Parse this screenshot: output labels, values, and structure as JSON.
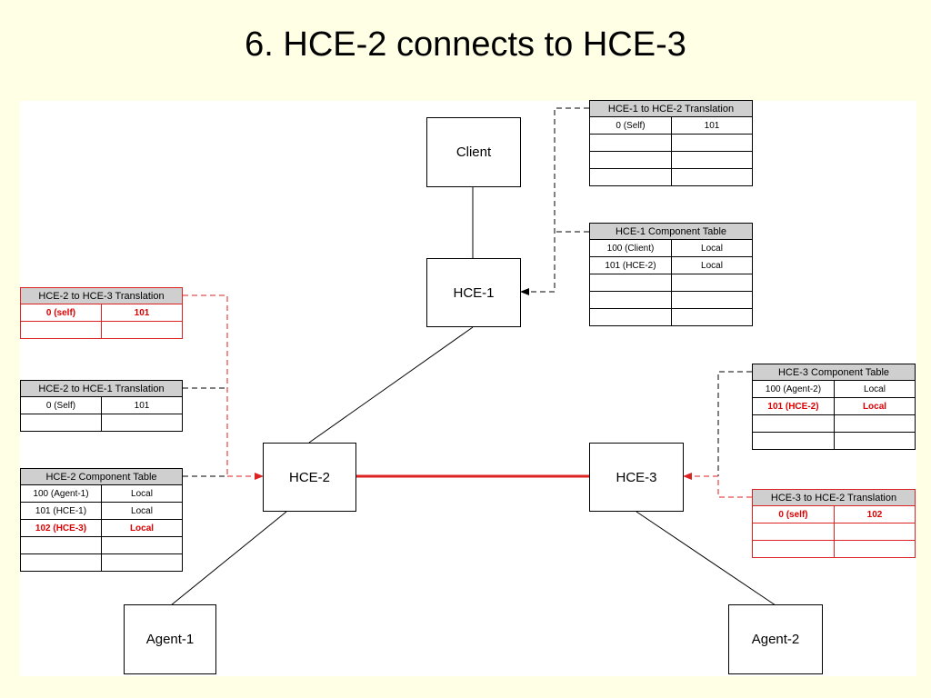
{
  "title": "6. HCE-2 connects to HCE-3",
  "nodes": {
    "client": "Client",
    "hce1": "HCE-1",
    "hce2": "HCE-2",
    "hce3": "HCE-3",
    "agent1": "Agent-1",
    "agent2": "Agent-2"
  },
  "tables": {
    "hce1_to_hce2": {
      "title": "HCE-1 to HCE-2 Translation",
      "rows": [
        [
          "0 (Self)",
          "101"
        ],
        [
          "",
          ""
        ],
        [
          "",
          ""
        ],
        [
          "",
          ""
        ]
      ]
    },
    "hce1_component": {
      "title": "HCE-1 Component Table",
      "rows": [
        [
          "100 (Client)",
          "Local"
        ],
        [
          "101 (HCE-2)",
          "Local"
        ],
        [
          "",
          ""
        ],
        [
          "",
          ""
        ],
        [
          "",
          ""
        ]
      ]
    },
    "hce2_to_hce3": {
      "title": "HCE-2 to HCE-3 Translation",
      "rows": [
        [
          "0 (self)",
          "101"
        ],
        [
          "",
          ""
        ]
      ]
    },
    "hce2_to_hce1": {
      "title": "HCE-2 to HCE-1 Translation",
      "rows": [
        [
          "0 (Self)",
          "101"
        ],
        [
          "",
          ""
        ]
      ]
    },
    "hce2_component": {
      "title": "HCE-2 Component Table",
      "rows": [
        [
          "100 (Agent-1)",
          "Local"
        ],
        [
          "101 (HCE-1)",
          "Local"
        ],
        [
          "102 (HCE-3)",
          "Local"
        ],
        [
          "",
          ""
        ],
        [
          "",
          ""
        ]
      ]
    },
    "hce3_component": {
      "title": "HCE-3 Component Table",
      "rows": [
        [
          "100 (Agent-2)",
          "Local"
        ],
        [
          "101 (HCE-2)",
          "Local"
        ],
        [
          "",
          ""
        ],
        [
          "",
          ""
        ]
      ]
    },
    "hce3_to_hce2": {
      "title": "HCE-3 to HCE-2 Translation",
      "rows": [
        [
          "0 (self)",
          "102"
        ],
        [
          "",
          ""
        ],
        [
          "",
          ""
        ]
      ]
    }
  },
  "colors": {
    "highlight": "#d22222",
    "background": "#FFFFE5",
    "header": "#cfcfcf"
  }
}
